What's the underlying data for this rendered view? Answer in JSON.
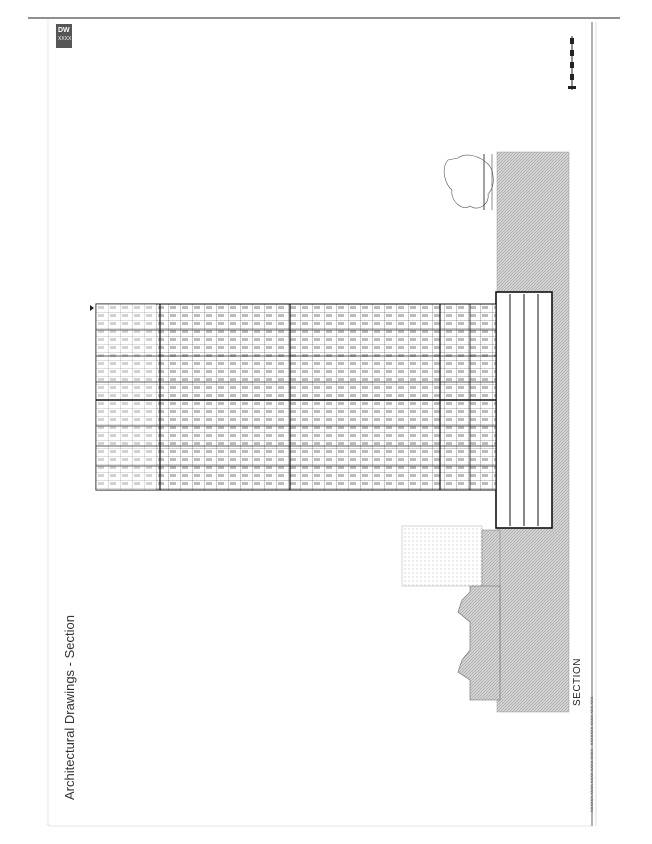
{
  "sheet": {
    "title": "Architectural Drawings - Section",
    "section_label": "SECTION",
    "footer_note": "XXXXXX XXXX XXXX XXXX XXXX - XXXXXXX XXXX XXX XXX",
    "logo_text": "DW",
    "logo_subtext": "XXXX"
  },
  "colors": {
    "frame": "#222222",
    "ground_hatch": "#c8c8c8",
    "line": "#333333"
  }
}
